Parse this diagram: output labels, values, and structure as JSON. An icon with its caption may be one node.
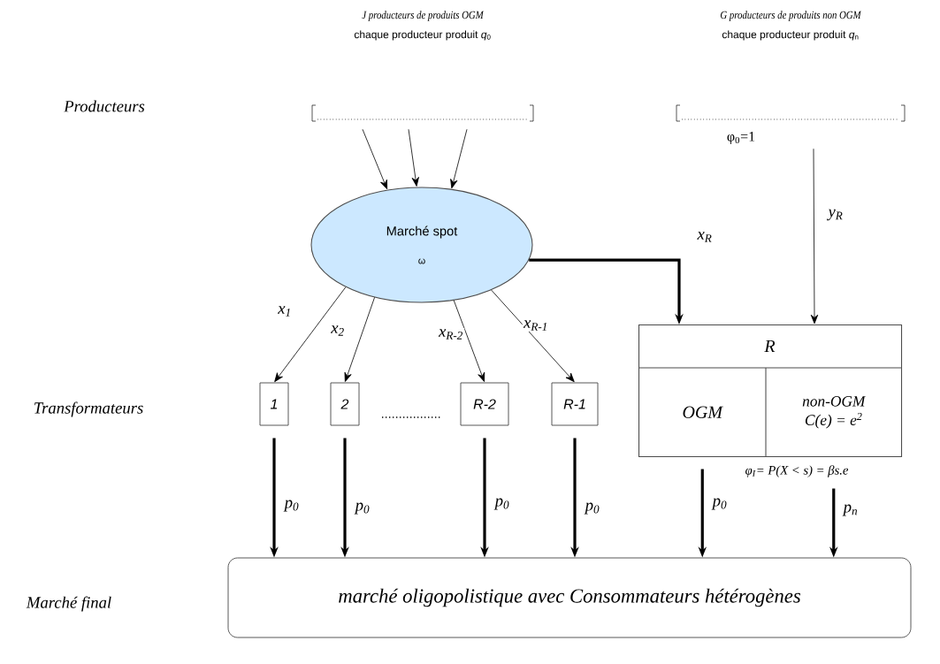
{
  "diagram": {
    "nodes": [
      {
        "text": [
          "J producteurs de produits OGM",
          "chaque producteur produit *q*$_{0}$"
        ]
      },
      {
        "text": [
          "G producteurs de produits non OGM",
          "chaque producteur produit *q*$_{n}$",
          "φ$_{0}$=1"
        ]
      },
      {
        "text": [
          "Marché spot",
          "ω"
        ]
      },
      {
        "text": [
          "R"
        ],
        "beside": [
          "φ$_{I}$= P(X < s) = βs.e"
        ]
      },
      {
        "text": [
          "OGM"
        ],
        "in": 3
      },
      {
        "text": [
          "non-OGM",
          "C(e) = e$^{2}$"
        ],
        "in": 3
      },
      {
        "text": [
          "1"
        ]
      },
      {
        "text": [
          "2"
        ]
      },
      {
        "text": [
          "R-2"
        ]
      },
      {
        "text": [
          "R-1"
        ]
      },
      {
        "text": [
          "marché oligopolistique avec Consommateurs hétérogènes"
        ]
      }
    ],
    "edges": [
      {
        "from": 0,
        "to": 2,
        "arrow": "to"
      },
      {
        "from": 0,
        "to": 2,
        "arrow": "to"
      },
      {
        "from": 0,
        "to": 2,
        "arrow": "to"
      },
      {
        "from": 2,
        "to": 3,
        "arrow": "to",
        "label": "x$_{R}$",
        "style": "thick"
      },
      {
        "from": 1,
        "to": 3,
        "arrow": "to",
        "label": "y$_{R}$"
      },
      {
        "from": 2,
        "to": 6,
        "arrow": "to",
        "label": "x$_{1}$"
      },
      {
        "from": 2,
        "to": 7,
        "arrow": "to",
        "label": "x$_{2}$"
      },
      {
        "from": 2,
        "to": 8,
        "arrow": "to",
        "label": "x$_{R-2}$"
      },
      {
        "from": 2,
        "to": 9,
        "arrow": "to",
        "label": "x$_{R-1}$"
      },
      {
        "from": 6,
        "to": 10,
        "arrow": "to",
        "label": "p$_{0}$",
        "style": "thick"
      },
      {
        "from": 7,
        "to": 10,
        "arrow": "to",
        "label": "p$_{0}$",
        "style": "thick"
      },
      {
        "from": 8,
        "to": 10,
        "arrow": "to",
        "label": "p$_{0}$",
        "style": "thick"
      },
      {
        "from": 9,
        "to": 10,
        "arrow": "to",
        "label": "p$_{0}$",
        "style": "thick"
      },
      {
        "from": 4,
        "to": 10,
        "arrow": "to",
        "label": "p$_{0}$",
        "style": "thick"
      },
      {
        "from": 5,
        "to": 10,
        "arrow": "to",
        "label": "p$_{n}$",
        "style": "thick"
      }
    ],
    "labels": [
      "Producteurs",
      "Transformateurs",
      "Marché final"
    ]
  }
}
